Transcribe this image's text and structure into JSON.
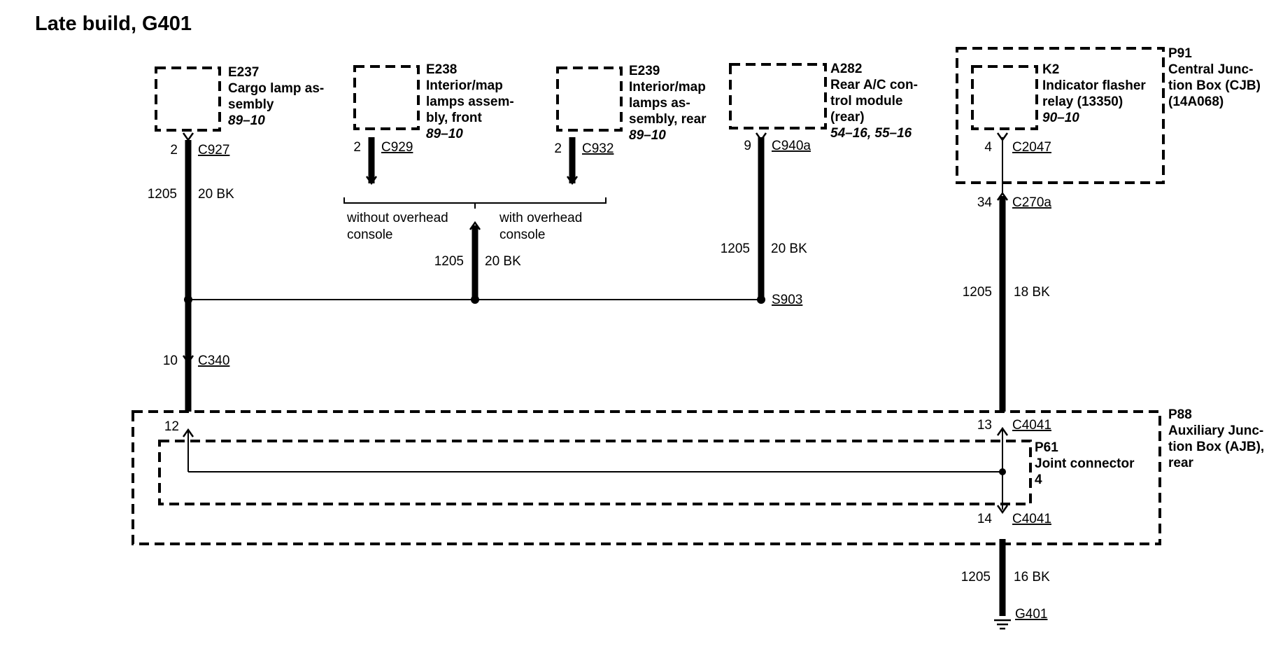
{
  "title": "Late build, G401",
  "components": {
    "e237": {
      "id": "E237",
      "desc1": "Cargo lamp as-",
      "desc2": "sembly",
      "ref": "89–10"
    },
    "e238": {
      "id": "E238",
      "desc1": "Interior/map",
      "desc2": "lamps assem-",
      "desc3": "bly, front",
      "ref": "89–10"
    },
    "e239": {
      "id": "E239",
      "desc1": "Interior/map",
      "desc2": "lamps as-",
      "desc3": "sembly, rear",
      "ref": "89–10"
    },
    "a282": {
      "id": "A282",
      "desc1": "Rear A/C con-",
      "desc2": "trol module",
      "desc3": "(rear)",
      "ref": "54–16, 55–16"
    },
    "k2": {
      "id": "K2",
      "desc1": "Indicator flasher",
      "desc2": "relay (13350)",
      "ref": "90–10"
    },
    "p91": {
      "id": "P91",
      "desc1": "Central Junc-",
      "desc2": "tion Box (CJB)",
      "desc3": "(14A068)"
    },
    "p88": {
      "id": "P88",
      "desc1": "Auxiliary Junc-",
      "desc2": "tion Box (AJB),",
      "desc3": "rear"
    },
    "p61": {
      "id": "P61",
      "desc1": "Joint connector",
      "desc2": "4"
    }
  },
  "connectors": {
    "c927": {
      "pin": "2",
      "name": "C927"
    },
    "c929": {
      "pin": "2",
      "name": "C929"
    },
    "c932": {
      "pin": "2",
      "name": "C932"
    },
    "c940a": {
      "pin": "9",
      "name": "C940a"
    },
    "c2047": {
      "pin": "4",
      "name": "C2047"
    },
    "c270a": {
      "pin": "34",
      "name": "C270a"
    },
    "c340": {
      "pin": "10",
      "name": "C340"
    },
    "c4041_in_left": {
      "pin": "12"
    },
    "c4041_in_right": {
      "pin": "13",
      "name": "C4041"
    },
    "c4041_out": {
      "pin": "14",
      "name": "C4041"
    },
    "s903": {
      "name": "S903"
    },
    "g401": {
      "name": "G401"
    }
  },
  "wires": {
    "w_e237": {
      "circuit": "1205",
      "gauge": "20 BK"
    },
    "w_center": {
      "circuit": "1205",
      "gauge": "20 BK"
    },
    "w_a282": {
      "circuit": "1205",
      "gauge": "20 BK"
    },
    "w_cjb": {
      "circuit": "1205",
      "gauge": "18 BK"
    },
    "w_ground": {
      "circuit": "1205",
      "gauge": "16 BK"
    }
  },
  "options": {
    "without": {
      "line1": "without overhead",
      "line2": "console"
    },
    "with": {
      "line1": "with overhead",
      "line2": "console"
    }
  }
}
